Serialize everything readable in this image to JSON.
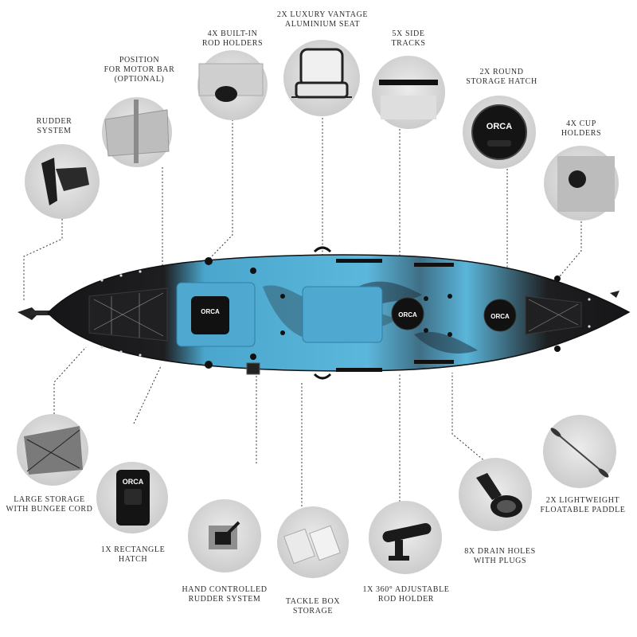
{
  "labels": {
    "seat": [
      "2X LUXURY VANTAGE",
      "ALUMINIUM SEAT"
    ],
    "rod_holders": [
      "4X BUILT-IN",
      "ROD HOLDERS"
    ],
    "motor_bar": [
      "POSITION",
      "FOR MOTOR BAR",
      "(OPTIONAL)"
    ],
    "rudder": [
      "RUDDER",
      "SYSTEM"
    ],
    "side_tracks": [
      "5X SIDE",
      "TRACKS"
    ],
    "round_hatch": [
      "2X ROUND",
      "STORAGE HATCH"
    ],
    "cup_holders": [
      "4X CUP",
      "HOLDERS"
    ],
    "large_storage": [
      "LARGE STORAGE",
      "WITH BUNGEE CORD"
    ],
    "rect_hatch": [
      "1X RECTANGLE",
      "HATCH"
    ],
    "hand_rudder": [
      "HAND CONTROLLED",
      "RUDDER SYSTEM"
    ],
    "tackle_box": [
      "TACKLE BOX",
      "STORAGE"
    ],
    "adj_rod_holder": [
      "1X 360° ADJUSTABLE",
      "ROD HOLDER"
    ],
    "drain_holes": [
      "8X DRAIN HOLES",
      "WITH PLUGS"
    ],
    "paddle": [
      "2X LIGHTWEIGHT",
      "FLOATABLE PADDLE"
    ]
  },
  "logos": {
    "brand": "ORCA"
  },
  "colors": {
    "hull_blue": "#5ab5da",
    "hull_black": "#1b1b1d",
    "photo_bg": "#d6d6d6",
    "line": "#333333"
  }
}
